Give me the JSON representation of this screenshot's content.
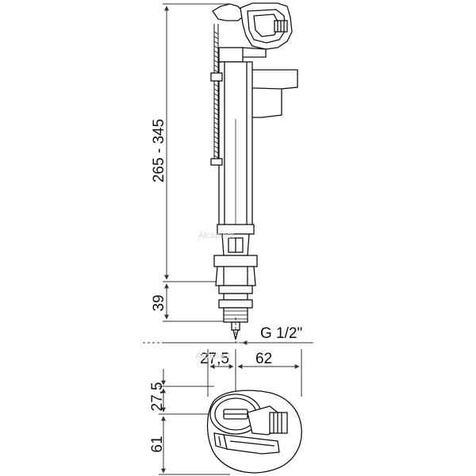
{
  "dimensions": {
    "total_height": "265 - 345",
    "thread_height": "39",
    "thread_size": "G 1/2\"",
    "offset_center": "27,5",
    "offset_width": "62",
    "top_view_offset": "27,5",
    "top_view_depth": "61"
  },
  "watermark": "Alcaplast",
  "colors": {
    "line": "#111111",
    "dim_line": "#333333"
  }
}
